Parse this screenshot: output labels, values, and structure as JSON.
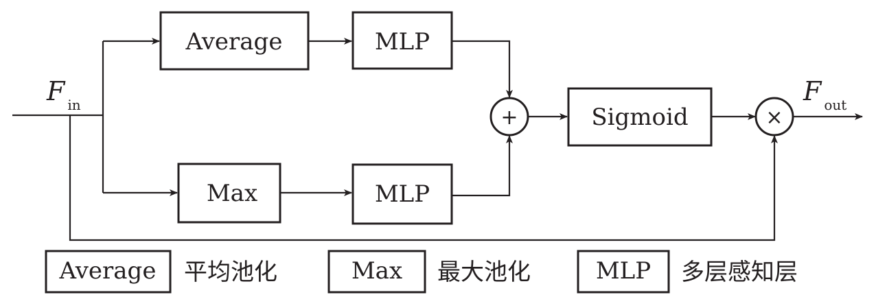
{
  "nodes": {
    "avg_pool": {
      "label": "Average"
    },
    "max_pool": {
      "label": "Max"
    },
    "mlp_top": {
      "label": "MLP"
    },
    "mlp_bottom": {
      "label": "MLP"
    },
    "sigmoid": {
      "label": "Sigmoid"
    },
    "add_op": {
      "symbol": "+"
    },
    "mul_op": {
      "symbol": "×"
    }
  },
  "io": {
    "input": {
      "var": "F",
      "sub": "in"
    },
    "output": {
      "var": "F",
      "sub": "out"
    }
  },
  "legend": [
    {
      "box": "Average",
      "meaning": "平均池化"
    },
    {
      "box": "Max",
      "meaning": "最大池化"
    },
    {
      "box": "MLP",
      "meaning": "多层感知层"
    }
  ],
  "colors": {
    "stroke": "#231f20",
    "background": "#ffffff"
  }
}
